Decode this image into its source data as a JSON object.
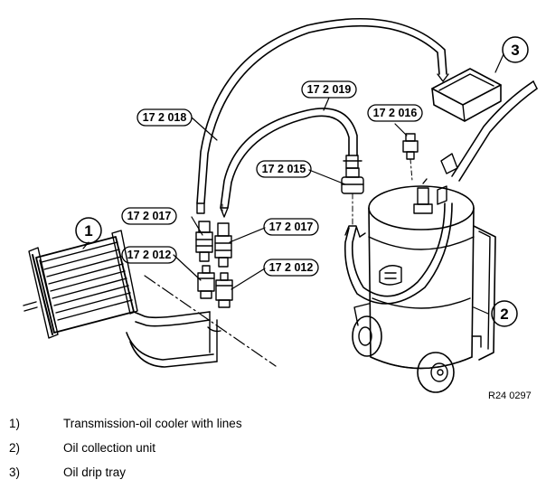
{
  "labels": {
    "hose_long": "17 2 018",
    "hose_short": "17 2 019",
    "adapter_ul": "17 2 017",
    "adapter_ur": "17 2 017",
    "plug_l": "17 2 012",
    "plug_r": "17 2 012",
    "coupling": "17 2 015",
    "valve": "17 2 016"
  },
  "callouts": {
    "cooler": "1",
    "unit": "2",
    "tray": "3"
  },
  "reference": "R24 0297",
  "legend": [
    {
      "num": "1)",
      "text": "Transmission-oil cooler with lines"
    },
    {
      "num": "2)",
      "text": "Oil collection unit"
    },
    {
      "num": "3)",
      "text": "Oil drip tray"
    }
  ]
}
